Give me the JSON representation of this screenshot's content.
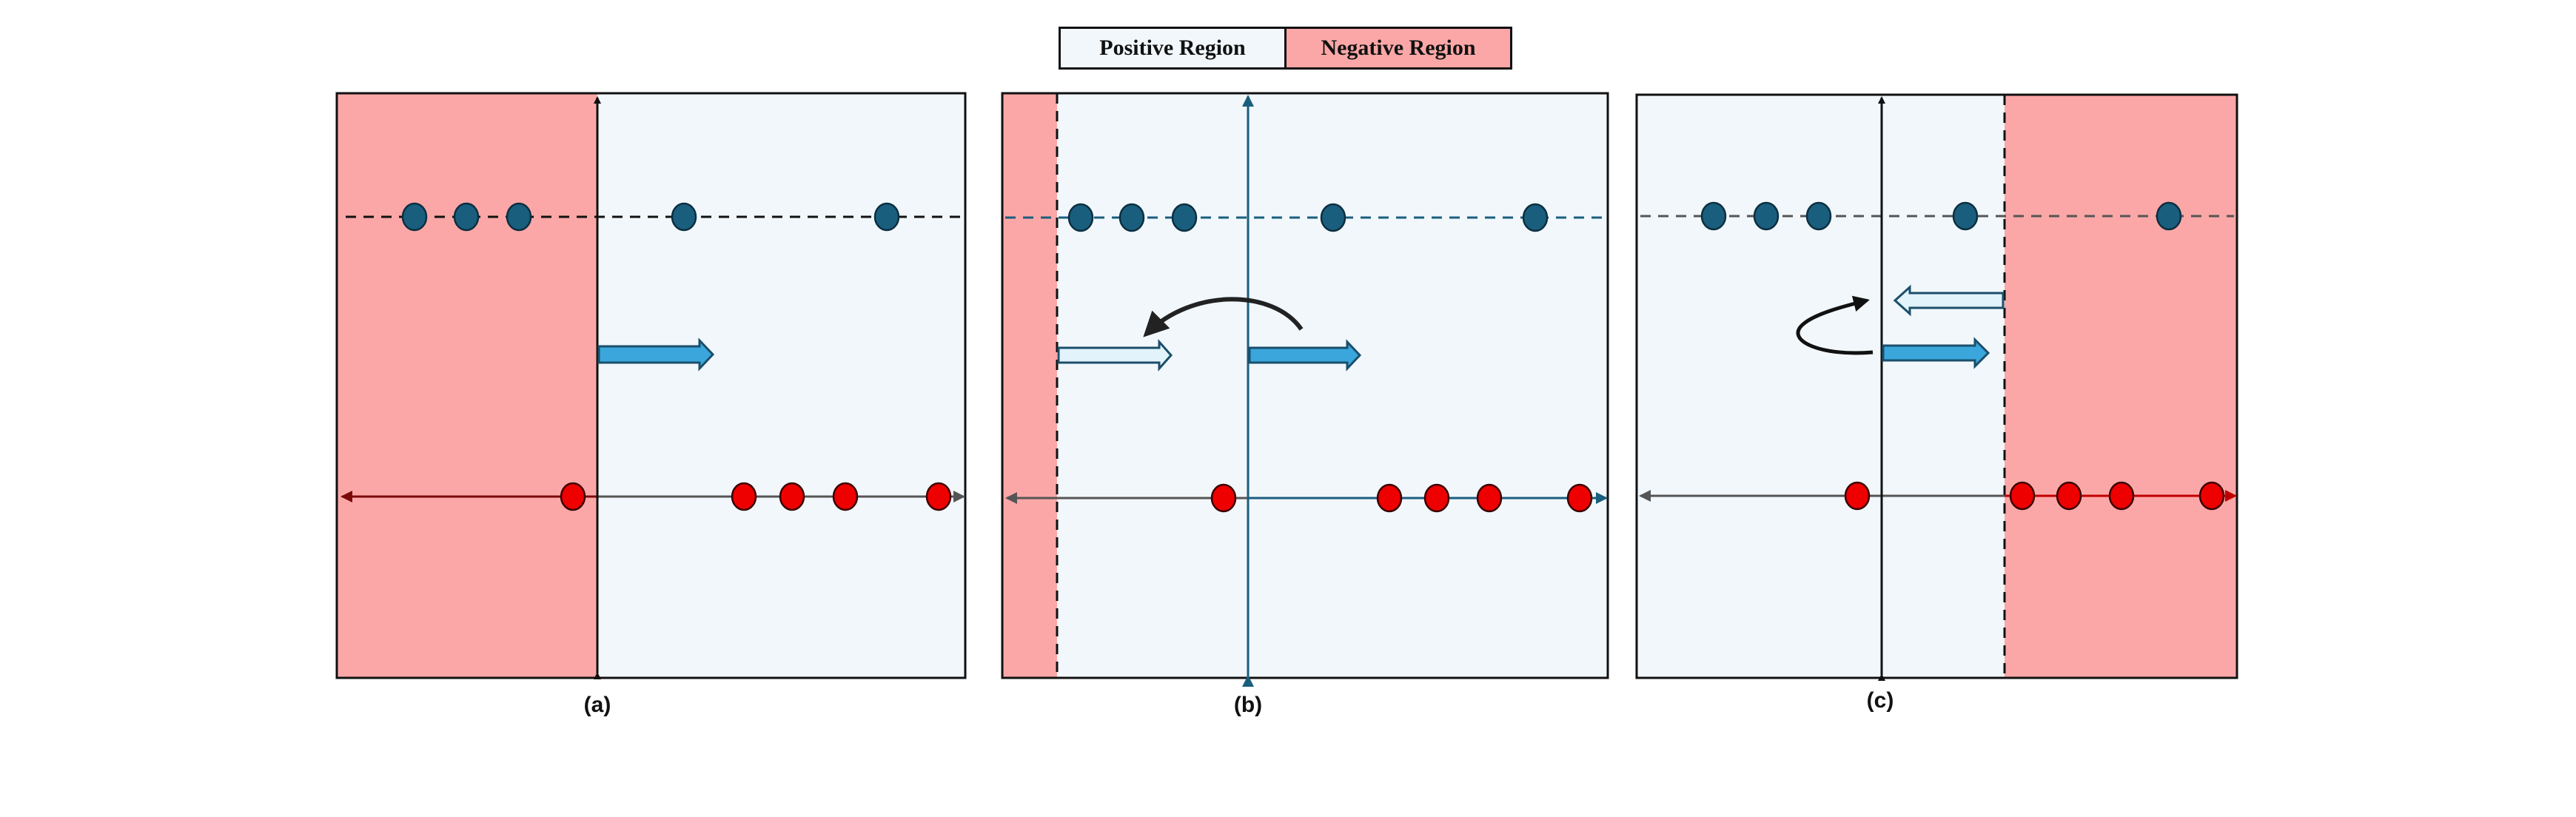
{
  "legend": {
    "positive": "Positive Region",
    "negative": "Negative Region"
  },
  "colors": {
    "positive_region": "#f1f7fb",
    "negative_region": "#fca7a7",
    "blue_point": "#1a5e7e",
    "red_point": "#ee0000",
    "arrow_fill": "#3aa6dc",
    "arrow_light": "#e3f3fb"
  },
  "panels": [
    {
      "caption": "(a)",
      "negative_side": "left"
    },
    {
      "caption": "(b)",
      "negative_side": "left"
    },
    {
      "caption": "(c)",
      "negative_side": "right"
    }
  ]
}
